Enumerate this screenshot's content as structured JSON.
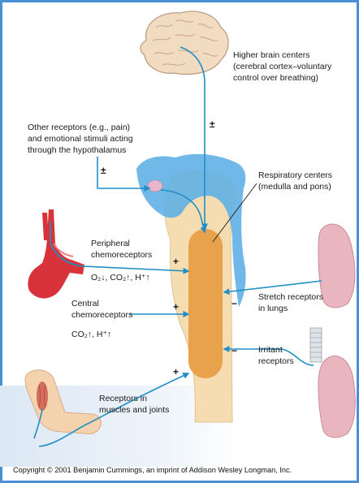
{
  "labels": {
    "higher_brain": [
      "Higher brain centers",
      "(cerebral cortex–voluntary",
      "control over breathing)"
    ],
    "other_receptors": [
      "Other receptors (e.g., pain)",
      "and emotional stimuli acting",
      "through the hypothalamus"
    ],
    "respiratory_centers": [
      "Respiratory centers",
      "(medulla and pons)"
    ],
    "peripheral": [
      "Peripheral",
      "chemoreceptors"
    ],
    "peripheral_stimuli": "O₂↓, CO₂↑, H⁺↑",
    "stretch": [
      "Stretch receptors",
      "in lungs"
    ],
    "central": [
      "Central",
      "chemoreceptors"
    ],
    "central_stimuli": "CO₂↑, H⁺↑",
    "irritant": [
      "Irritant",
      "receptors"
    ],
    "muscles": [
      "Receptors in",
      "muscles and joints"
    ]
  },
  "signs": {
    "higher": "±",
    "hypothalamus": "±",
    "peripheral": "+",
    "central": "+",
    "muscles": "+",
    "stretch": "−",
    "irritant": "−"
  },
  "copyright": "Copyright © 2001 Benjamin Cummings, an imprint of Addison Wesley Longman, Inc.",
  "colors": {
    "frame": "#4a90d6",
    "arrow": "#1f8fc6",
    "medulla": "#e8a24b",
    "brainstem": "#f6dcb1",
    "csf": "#5fb0e4",
    "artery": "#d8323b",
    "lung": "#e9b6c0",
    "brain": "#f1dcc2"
  }
}
